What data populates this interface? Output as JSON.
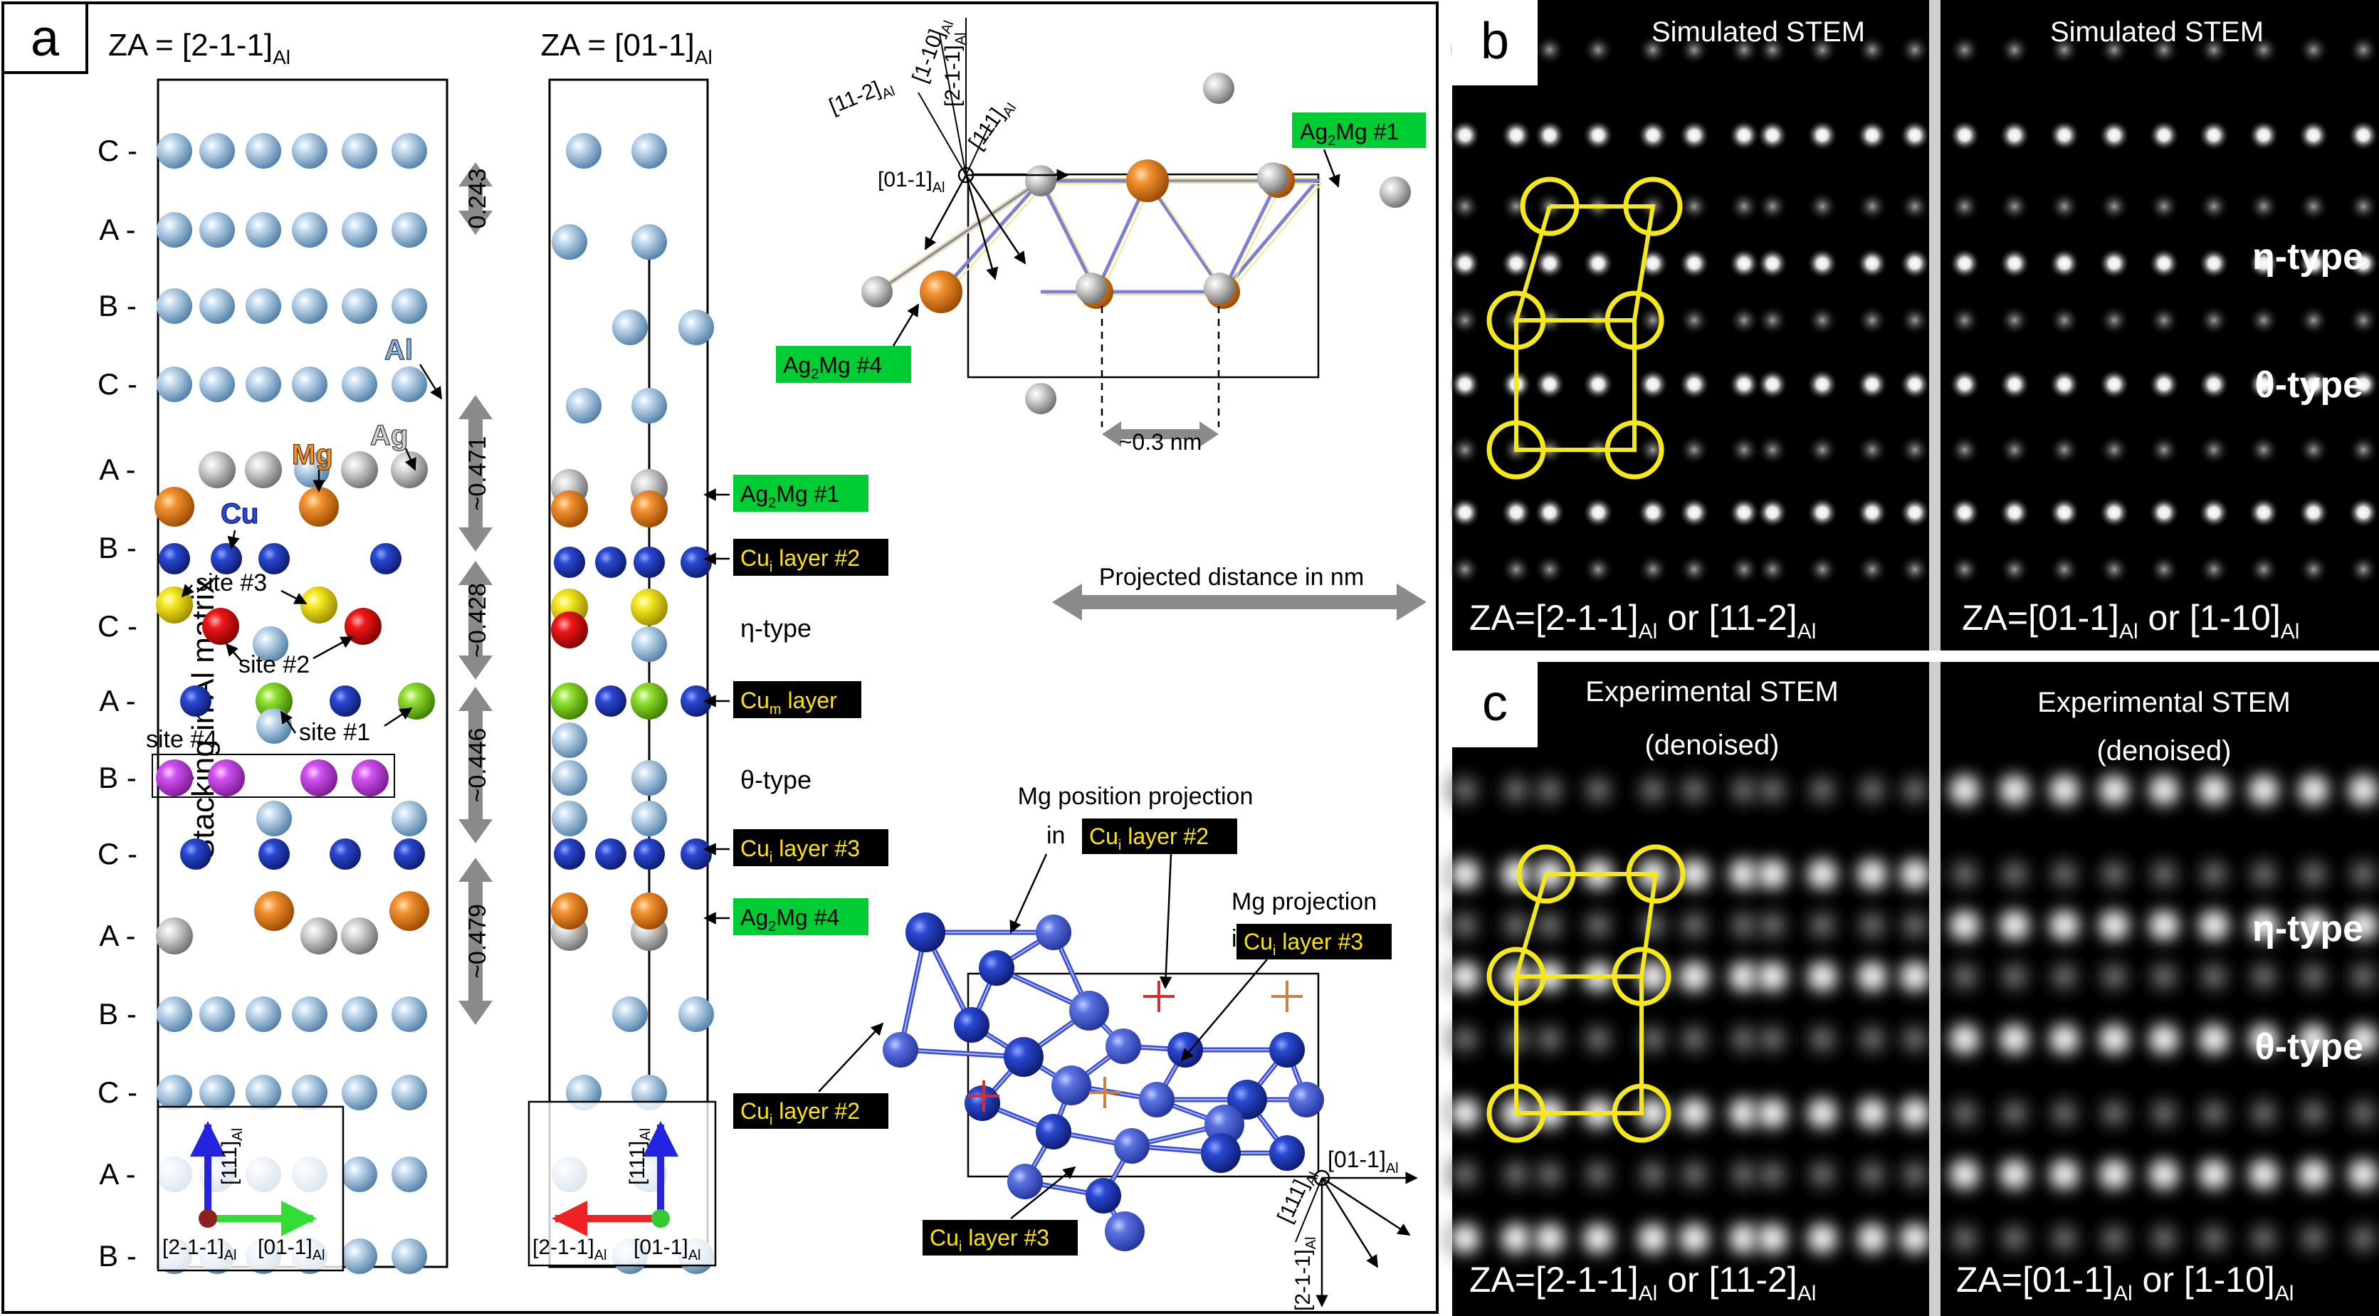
{
  "panel_a": {
    "letter": "a",
    "za_left_main": "ZA = [2-1-1]",
    "za_left_sub": "Al",
    "za_right_main": "ZA = [01-1]",
    "za_right_sub": "Al",
    "y_axis_label": "Stacking in Al matrix",
    "stacking": [
      "C -",
      "A -",
      "B -",
      "C -",
      "A -",
      "B -",
      "C -",
      "A -",
      "B -",
      "C -",
      "A -",
      "B -",
      "C -",
      "A -",
      "B -"
    ],
    "spacings": [
      "0.243",
      "~0.471",
      "~0.428",
      "~0.446",
      "~0.479"
    ],
    "element_labels": {
      "al": "Al",
      "ag": "Ag",
      "mg": "Mg",
      "cu": "Cu"
    },
    "sites": [
      "site #3",
      "site #2",
      "site #1",
      "site #4"
    ],
    "layer_tags": [
      {
        "text": "Ag",
        "sub": "2",
        "tail": "Mg #1",
        "style": "green"
      },
      {
        "text": "Cu",
        "sub": "i",
        "tail": " layer #2",
        "style": "black"
      },
      {
        "text": "Cu",
        "sub": "m",
        "tail": " layer",
        "style": "black"
      },
      {
        "text": "Cu",
        "sub": "i",
        "tail": " layer #3",
        "style": "black"
      },
      {
        "text": "Ag",
        "sub": "2",
        "tail": "Mg #4",
        "style": "green"
      }
    ],
    "type_labels": {
      "eta": "η-type",
      "theta": "θ-type"
    },
    "axes_left": {
      "up": "[111]",
      "up_sub": "Al",
      "origin": "[2-1-1]",
      "origin_sub": "Al",
      "right": "[01-1]",
      "right_sub": "Al"
    },
    "axes_right": {
      "up": "[111]",
      "up_sub": "Al",
      "left": "[2-1-1]",
      "left_sub": "Al",
      "origin": "[01-1]",
      "origin_sub": "Al"
    },
    "top_projection": {
      "dirs": [
        "[1-10]",
        "[2-1-1]",
        "[11-2]",
        "[111]",
        "[01-1]"
      ],
      "dir_sub": "Al",
      "tags": [
        {
          "text": "Ag",
          "sub": "2",
          "tail": "Mg #1"
        },
        {
          "text": "Ag",
          "sub": "2",
          "tail": "Mg #4"
        }
      ],
      "distance": "~0.3 nm"
    },
    "projected_distance": "Projected distance in nm",
    "bottom_projection": {
      "mg_pos_title_1": "Mg position projection",
      "mg_pos_title_2": "in",
      "mg_proj_title_1": "Mg projection",
      "mg_proj_title_2": "in",
      "tag_layer2": {
        "text": "Cu",
        "sub": "i",
        "tail": " layer #2"
      },
      "tag_layer3": {
        "text": "Cu",
        "sub": "i",
        "tail": " layer #3"
      },
      "dirs": [
        "[111]",
        "[01-1]",
        "[2-1-1]"
      ],
      "dir_sub": "Al"
    }
  },
  "panel_b": {
    "letter": "b",
    "title_left": "Simulated STEM",
    "title_right": "Simulated STEM",
    "eta": "η-type",
    "theta": "θ-type",
    "za_left": [
      "ZA=[2-1-1]",
      "Al",
      " or [11-2]",
      "Al"
    ],
    "za_right": [
      "ZA=[01-1]",
      "Al",
      " or [1-10]",
      "Al"
    ]
  },
  "panel_c": {
    "letter": "c",
    "title_left_1": "Experimental STEM",
    "title_left_2": "(denoised)",
    "title_right_1": "Experimental STEM",
    "title_right_2": "(denoised)",
    "eta": "η-type",
    "theta": "θ-type",
    "za_left": [
      "ZA=[2-1-1]",
      "Al",
      " or [11-2]",
      "Al"
    ],
    "za_right": [
      "ZA=[01-1]",
      "Al",
      " or [1-10]",
      "Al"
    ]
  },
  "colors": {
    "al": "#8fb4d6",
    "ag": "#b8b8b8",
    "mg": "#e07a1a",
    "cu": "#1e3ab0",
    "site1": "#7ed321",
    "site2": "#e81010",
    "site3": "#f0e010",
    "site4": "#c040e0",
    "tag_green": "#00cc33",
    "tag_black": "#000000",
    "highlight": "#ffe600"
  }
}
